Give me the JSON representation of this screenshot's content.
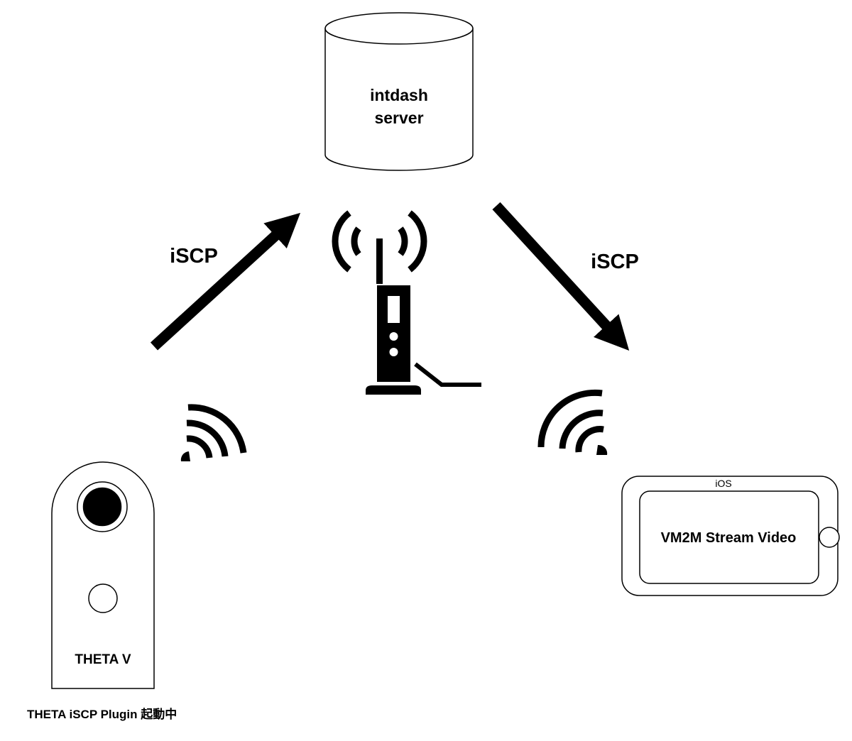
{
  "server": {
    "line1": "intdash",
    "line2": "server"
  },
  "arrows": {
    "left_label": "iSCP",
    "right_label": "iSCP"
  },
  "camera": {
    "model": "THETA V",
    "caption": "THETA iSCP Plugin 起動中"
  },
  "phone": {
    "os_label": "iOS",
    "app_name": "VM2M Stream Video"
  },
  "icons": {
    "router": "wifi-router-icon",
    "camera_signal": "wifi-signal-icon",
    "phone_signal": "wifi-signal-icon"
  },
  "colors": {
    "stroke": "#000000",
    "fill": "#ffffff"
  }
}
